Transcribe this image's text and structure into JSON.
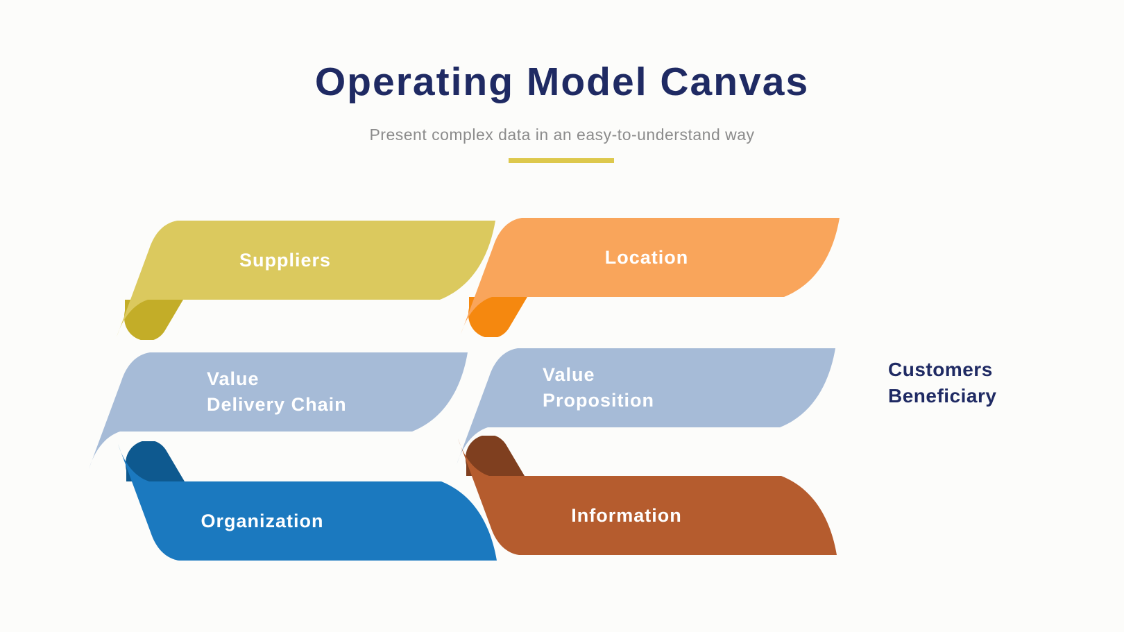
{
  "page": {
    "title": "Operating Model Canvas",
    "subtitle": "Present complex data in an easy-to-understand way",
    "title_color": "#1f2a63",
    "subtitle_color": "#8b8b8b",
    "underline_color": "#ddc84c",
    "background_color": "#fcfcfa"
  },
  "ribbons": [
    {
      "name": "suppliers",
      "line1": "Suppliers",
      "line2": "",
      "body_color": "#dbc95e",
      "fold_color": "#c3ad28",
      "position": "top-left"
    },
    {
      "name": "location",
      "line1": "Location",
      "line2": "",
      "body_color": "#f9a55b",
      "fold_color": "#f5880f",
      "position": "top-right"
    },
    {
      "name": "value-delivery-chain",
      "line1": "Value",
      "line2": "Delivery Chain",
      "body_color": "#a6bbd7",
      "fold_color": "",
      "position": "middle-left"
    },
    {
      "name": "value-proposition",
      "line1": "Value",
      "line2": "Proposition",
      "body_color": "#a6bbd7",
      "fold_color": "",
      "position": "middle-right"
    },
    {
      "name": "organization",
      "line1": "Organization",
      "line2": "",
      "body_color": "#1b79bf",
      "fold_color": "#0e598f",
      "position": "bottom-left"
    },
    {
      "name": "information",
      "line1": "Information",
      "line2": "",
      "body_color": "#b55c2e",
      "fold_color": "#7f3f1f",
      "position": "bottom-right"
    }
  ],
  "side_label": {
    "line1": "Customers",
    "line2": "Beneficiary",
    "color": "#1f2a63"
  }
}
